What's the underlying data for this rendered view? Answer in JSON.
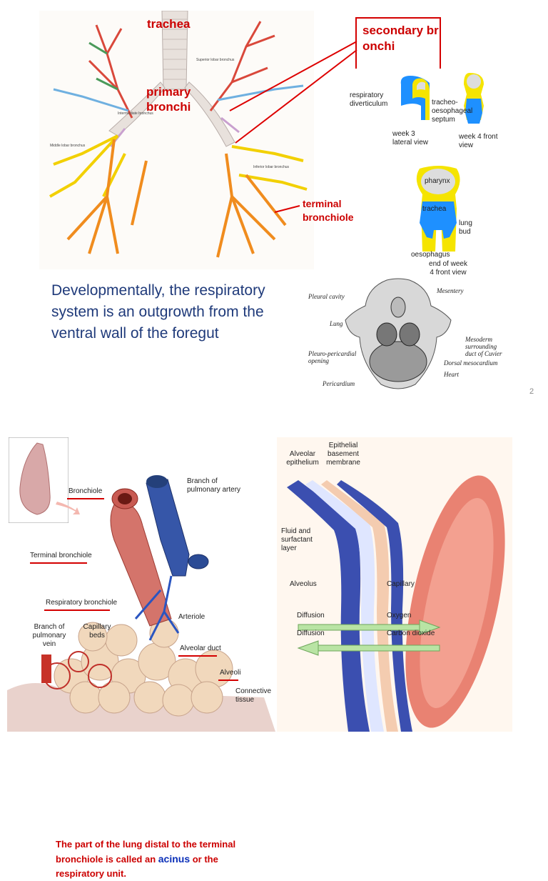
{
  "slide1": {
    "labels": {
      "trachea": "trachea",
      "primary_bronchi_line1": "primary",
      "primary_bronchi_line2": "bronchi",
      "secondary_bronchi": "secondary bronchi",
      "terminal_line1": "terminal",
      "terminal_line2": "bronchiole"
    },
    "embryo": {
      "respiratory_diverticulum": "respiratory diverticulum",
      "tracheo_septum": "tracheo-oesophageal septum",
      "week3": "week 3 lateral view",
      "week4": "week 4 front view",
      "pharynx": "pharynx",
      "trachea": "trachea",
      "lung_bud": "lung bud",
      "oesophagus": "oesophagus",
      "end_week4": "end of week 4 front view"
    },
    "section": {
      "pleural_cavity": "Pleural cavity",
      "lung": "Lung",
      "pleuro_pericardial": "Pleuro-pericardial opening",
      "pericardium": "Pericardium",
      "mesentery": "Mesentery",
      "mesoderm": "Mesoderm surrounding duct of Cuvier",
      "dorsal_mesocardium": "Dorsal mesocardium",
      "heart": "Heart"
    },
    "body_text": "Developmentally, the respiratory system is an outgrowth from the ventral wall of the foregut",
    "page_number": "2"
  },
  "slide2": {
    "acinus_text_1": "The part of the lung distal to the terminal bronchiole is called an ",
    "acinus_word": "acinus",
    "acinus_text_2": " or the respiratory unit.",
    "labels": {
      "bronchiole": "Bronchiole",
      "branch_artery": "Branch of pulmonary artery",
      "terminal_bronchiole": "Terminal bronchiole",
      "respiratory_bronchiole": "Respiratory bronchiole",
      "arteriole": "Arteriole",
      "branch_vein": "Branch of pulmonary vein",
      "capillary_beds": "Capillary beds",
      "alveolar_duct": "Alveolar duct",
      "alveoli": "Alveoli",
      "connective_tissue": "Connective tissue"
    },
    "membrane": {
      "alveolar_epithelium": "Alveolar epithelium",
      "epithelial_basement": "Epithelial basement membrane",
      "fluid_surfactant": "Fluid and surfactant layer",
      "alveolus": "Alveolus",
      "capillary": "Capillary",
      "diffusion1": "Diffusion",
      "oxygen": "Oxygen",
      "diffusion2": "Diffusion",
      "carbon_dioxide": "Carbon dioxide"
    }
  },
  "colors": {
    "red_label": "#cc0000",
    "dark_blue_text": "#1f3a7a",
    "embryo_blue": "#1e90ff",
    "embryo_yellow": "#f5e400"
  }
}
